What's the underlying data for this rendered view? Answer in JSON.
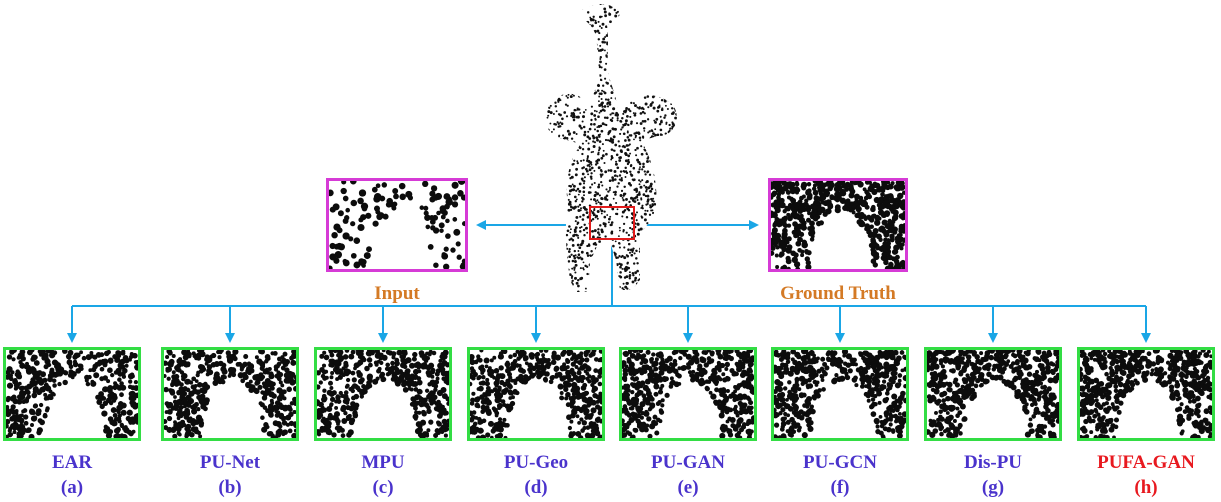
{
  "colors": {
    "connector": "#1aa6e6",
    "highlight": "#e01b1b",
    "input_border": "#d63bd6",
    "method_border": "#33dd44",
    "input_label": "#d47a25",
    "method_label": "#4a33cc",
    "ours_label": "#e8191f"
  },
  "model": {
    "icon": "elephant-point-cloud-icon"
  },
  "top_panels": [
    {
      "key": "input",
      "label": "Input",
      "density": "sparse"
    },
    {
      "key": "gt",
      "label": "Ground Truth",
      "density": "dense"
    }
  ],
  "methods": [
    {
      "name": "EAR",
      "tag": "(a)",
      "highlight": false
    },
    {
      "name": "PU-Net",
      "tag": "(b)",
      "highlight": false
    },
    {
      "name": "MPU",
      "tag": "(c)",
      "highlight": false
    },
    {
      "name": "PU-Geo",
      "tag": "(d)",
      "highlight": false
    },
    {
      "name": "PU-GAN",
      "tag": "(e)",
      "highlight": false
    },
    {
      "name": "PU-GCN",
      "tag": "(f)",
      "highlight": false
    },
    {
      "name": "Dis-PU",
      "tag": "(g)",
      "highlight": false
    },
    {
      "name": "PUFA-GAN",
      "tag": "(h)",
      "highlight": true
    }
  ]
}
